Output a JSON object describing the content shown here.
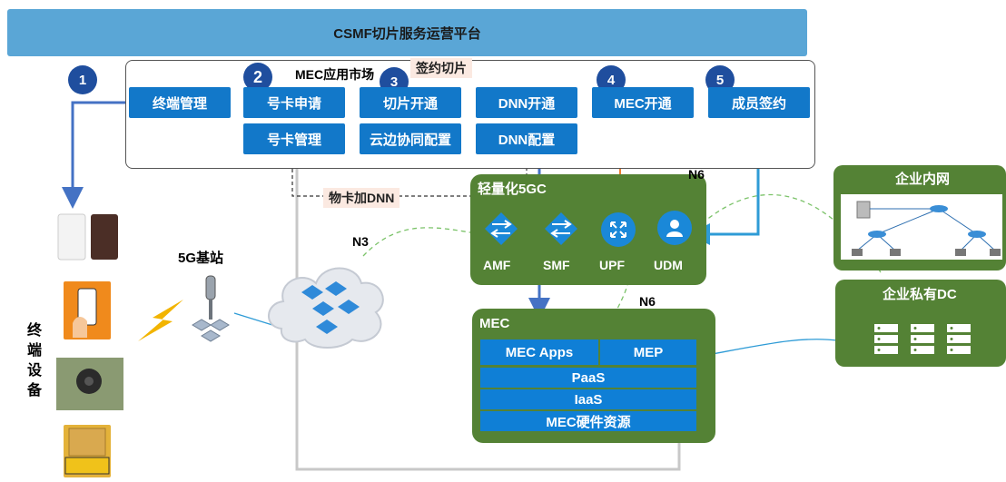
{
  "header": {
    "title": "CSMF切片服务运营平台"
  },
  "market": {
    "title": "MEC应用市场",
    "buttons": {
      "terminal_mgmt": "终端管理",
      "card_apply": "号卡申请",
      "card_mgmt": "号卡管理",
      "slice_open": "切片开通",
      "cloud_edge": "云边协同配置",
      "dnn_open": "DNN开通",
      "dnn_config": "DNN配置",
      "mec_open": "MEC开通",
      "member_sign": "成员签约"
    },
    "steps": [
      "1",
      "2",
      "3",
      "4",
      "5"
    ]
  },
  "labels": {
    "sign_slice": "签约切片",
    "card_dnn": "物卡加DNN",
    "n3": "N3",
    "n6_top": "N6",
    "n6_mid": "N6",
    "station": "5G基站",
    "terminals": [
      "终",
      "端",
      "设",
      "备"
    ]
  },
  "core5g": {
    "title": "轻量化5GC",
    "nodes": [
      "AMF",
      "SMF",
      "UPF",
      "UDM"
    ]
  },
  "mec": {
    "title": "MEC",
    "layers": {
      "apps": "MEC Apps",
      "mep": "MEP",
      "paas": "PaaS",
      "iaas": "IaaS",
      "hw": "MEC硬件资源"
    }
  },
  "enterprise": {
    "intranet": "企业内网",
    "private_dc": "企业私有DC"
  },
  "colors": {
    "platform": "#5aa6d6",
    "button": "#1278c9",
    "green": "#548235",
    "step": "#1f4e9e",
    "orange": "#ed7d31"
  }
}
